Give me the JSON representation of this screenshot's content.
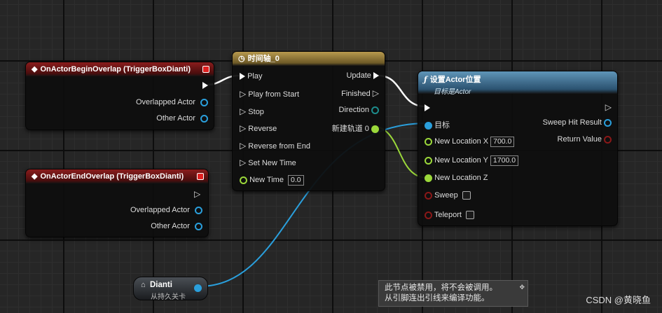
{
  "nodes": {
    "begin_overlap": {
      "title": "OnActorBeginOverlap (TriggerBoxDianti)",
      "overlapped_actor": "Overlapped Actor",
      "other_actor": "Other Actor"
    },
    "end_overlap": {
      "title": "OnActorEndOverlap (TriggerBoxDianti)",
      "overlapped_actor": "Overlapped Actor",
      "other_actor": "Other Actor"
    },
    "timeline": {
      "title": "时间轴_0",
      "inputs": [
        "Play",
        "Play from Start",
        "Stop",
        "Reverse",
        "Reverse from End",
        "Set New Time"
      ],
      "new_time_label": "New Time",
      "new_time_value": "0.0",
      "outputs": {
        "update": "Update",
        "finished": "Finished",
        "direction": "Direction",
        "track": "新建轨道 0"
      }
    },
    "set_location": {
      "title": "设置Actor位置",
      "subtitle": "目标是Actor",
      "target": "目标",
      "loc_x_label": "New Location X",
      "loc_x_value": "700.0",
      "loc_y_label": "New Location Y",
      "loc_y_value": "1700.0",
      "loc_z_label": "New Location Z",
      "sweep": "Sweep",
      "teleport": "Teleport",
      "sweep_hit": "Sweep Hit Result",
      "return_value": "Return Value"
    },
    "dianti": {
      "name": "Dianti",
      "sub": "从持久关卡"
    }
  },
  "tooltip": {
    "line1": "此节点被禁用，将不会被调用。",
    "line2": "从引脚连出引线来编译功能。"
  },
  "watermark": "CSDN @黄晓鱼",
  "colors": {
    "event_header": "#8a1c1c",
    "timeline_header": "#b89a4e",
    "function_header": "#5f95b8",
    "object_pin": "#2a9fdc",
    "float_pin": "#9bd83a"
  }
}
